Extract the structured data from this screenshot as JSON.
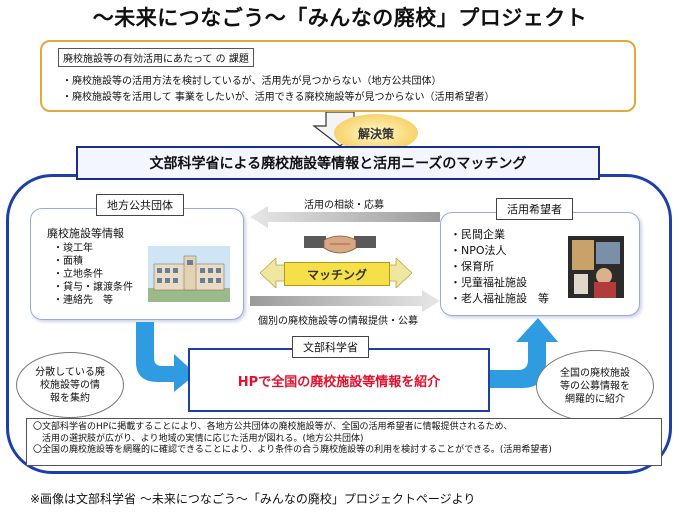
{
  "title": "～未来につなごう～「みんなの廃校」プロジェクト",
  "issues": {
    "heading": "廃校施設等の有効活用にあたって の 課題",
    "items": [
      "・廃校施設等の活用方法を検討しているが、活用先が見つからない（地方公共団体）",
      "・廃校施設等を活用して 事業をしたいが、活用できる廃校施設等が見つからない（活用希望者）"
    ]
  },
  "solution_label": "解決策",
  "matching_header": "文部科学省による廃校施設等情報と活用ニーズのマッチング",
  "municipality": {
    "label": "地方公共団体",
    "info_heading": "廃校施設等情報",
    "info_items": [
      "・竣工年",
      "・面積",
      "・立地条件",
      "・貸与・譲渡条件",
      "・連絡先　等"
    ]
  },
  "applicants": {
    "label": "活用希望者",
    "items": [
      "・民間企業",
      "・NPO法人",
      "・保育所",
      "・児童福祉施設",
      "・老人福祉施設　等"
    ]
  },
  "arrows": {
    "consult": "活用の相談・応募",
    "matching": "マッチング",
    "provide": "個別の廃校施設等の情報提供・公募"
  },
  "mext": {
    "label": "文部科学省",
    "headline": "HPで全国の廃校施設等情報を紹介"
  },
  "bubbles": {
    "left": [
      "分散している廃",
      "校施設等の情",
      "報を集約"
    ],
    "right": [
      "全国の廃校施設",
      "等の公募情報を",
      "網羅的に紹介"
    ]
  },
  "notes": [
    "〇文部科学省のHPに掲載することにより、各地方公共団体の廃校施設等が、全国の活用希望者に情報提供されるため、",
    "　活用の選択肢が広がり、より地域の実情に応じた活用が図れる。(地方公共団体)",
    "〇全国の廃校施設等を網羅的に確認できることにより、より条件の合う廃校施設等の利用を検討することができる。(活用希望者)"
  ],
  "source": "※画像は文部科学省 ～未来につなごう～「みんなの廃校」プロジェクトページより",
  "colors": {
    "frame_blue": "#1c3fa8",
    "issue_border": "#e2a83a",
    "headline_red": "#e0112d",
    "arrow_cyan": "#2f9be0",
    "matching_yellow": "#f6e04a"
  }
}
